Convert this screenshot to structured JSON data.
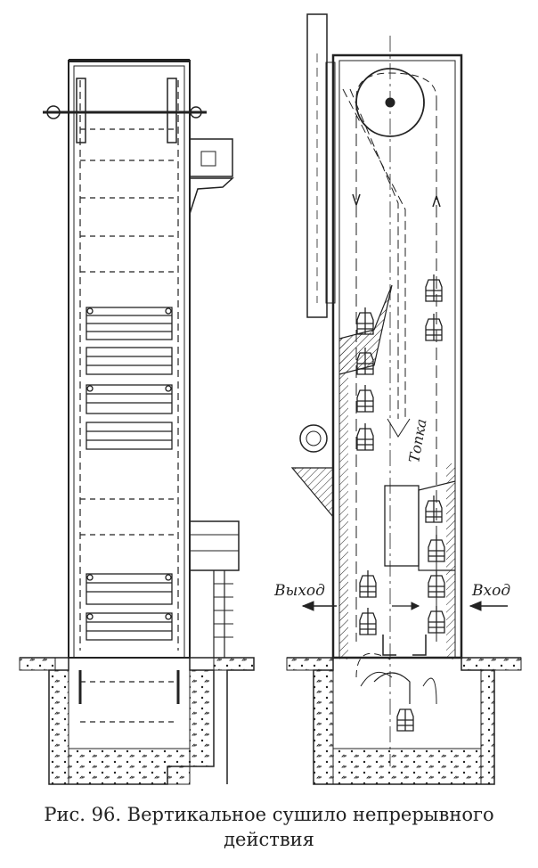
{
  "labels": {
    "exit": "Выход",
    "entry": "Вход",
    "furnace": "Топка"
  },
  "caption": {
    "line1": "Рис. 96. Вертикальное сушило непрерывного",
    "line2": "действия"
  },
  "colors": {
    "ink": "#222222",
    "background": "#ffffff"
  }
}
